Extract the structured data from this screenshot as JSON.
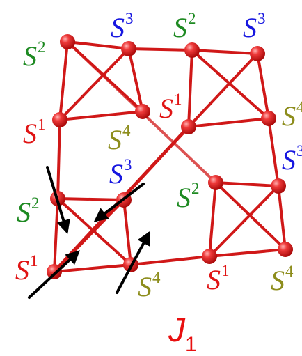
{
  "site_labels": {
    "s1": "S",
    "s1_idx": "1",
    "s2": "S",
    "s2_idx": "2",
    "s3": "S",
    "s3_idx": "3",
    "s4": "S",
    "s4_idx": "4"
  },
  "coupling_label": {
    "symbol": "J",
    "index": "1"
  },
  "colors": {
    "bond": "#d01818",
    "site": "#e02020",
    "S1": "#e01414",
    "S2": "#1e8a22",
    "S3": "#1717e0",
    "S4": "#8d8d1c",
    "arrow": "#000000"
  }
}
